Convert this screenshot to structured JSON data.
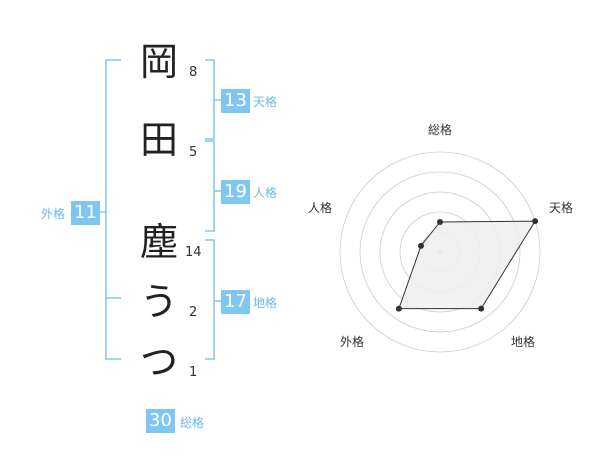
{
  "colors": {
    "accent": "#7fc7f2",
    "label": "#6ab8ea",
    "text": "#222222"
  },
  "name": {
    "chars": [
      {
        "char": "岡",
        "strokes": "8"
      },
      {
        "char": "田",
        "strokes": "5"
      },
      {
        "char": "塵",
        "strokes": "14"
      },
      {
        "char": "う",
        "strokes": "2"
      },
      {
        "char": "つ",
        "strokes": "1"
      }
    ]
  },
  "fortune": {
    "tenkaku": {
      "value": "13",
      "label": "天格"
    },
    "jinkaku": {
      "value": "19",
      "label": "人格"
    },
    "chikaku": {
      "value": "17",
      "label": "地格"
    },
    "gaikaku": {
      "value": "11",
      "label": "外格"
    },
    "soukaku": {
      "value": "30",
      "label": "総格"
    }
  },
  "chart_data": {
    "type": "radar",
    "axes": [
      "総格",
      "天格",
      "地格",
      "外格",
      "人格"
    ],
    "values": [
      1.5,
      5,
      3.5,
      3.5,
      1
    ],
    "rmax": 5,
    "rings": 5,
    "fill": "#eeeeee",
    "stroke": "#333333",
    "grid_color": "#cccccc"
  }
}
